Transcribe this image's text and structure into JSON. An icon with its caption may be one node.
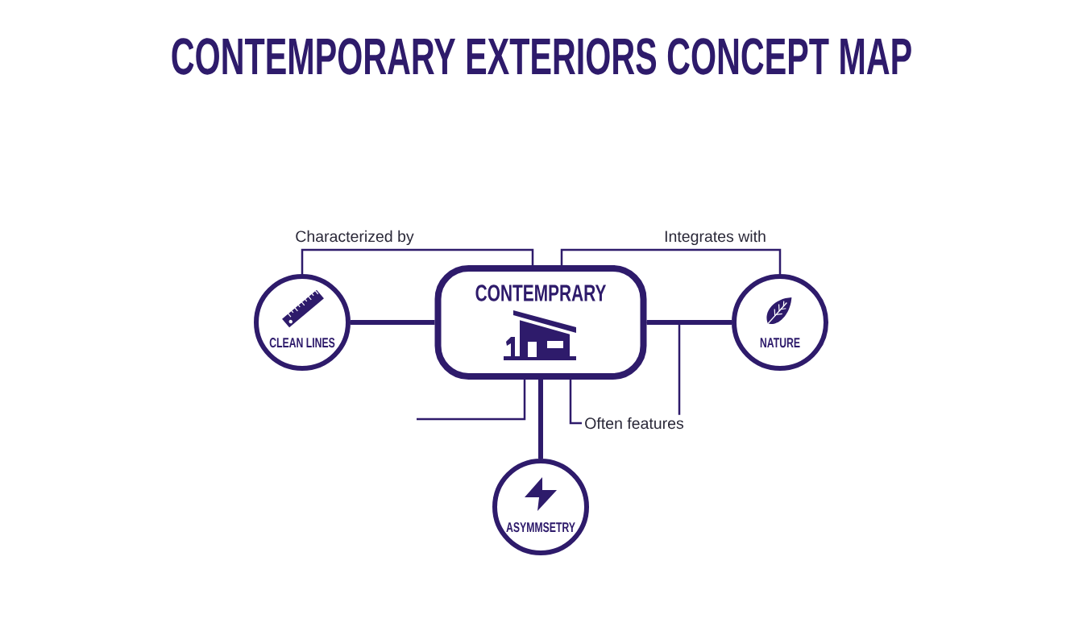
{
  "diagram": {
    "title": "CONTEMPORARY EXTERIORS CONCEPT MAP",
    "nodes": [
      {
        "text": [
          "CLEAN LINES"
        ]
      },
      {
        "text": [
          "CONTEMPRARY"
        ]
      },
      {
        "text": [
          "NATURE"
        ]
      },
      {
        "text": [
          "Often features"
        ]
      },
      {
        "text": [
          "ASYMMSETRY"
        ]
      }
    ],
    "edges": [
      {
        "from": 0,
        "to": 1,
        "arrow": "none",
        "style": "thick"
      },
      {
        "from": 0,
        "to": 1,
        "arrow": "none",
        "label": "Characterized by"
      },
      {
        "from": 1,
        "to": 2,
        "arrow": "none",
        "label": "Integrates with"
      },
      {
        "from": 1,
        "to": 2,
        "arrow": "none",
        "style": "thick"
      },
      {
        "from": 1,
        "to": 3,
        "arrow": "none"
      },
      {
        "from": 1,
        "to": 4,
        "arrow": "none",
        "style": "thick"
      },
      {
        "from": 1,
        "to": null,
        "arrow": "none"
      },
      {
        "from": 1,
        "to": 3,
        "arrow": "none"
      }
    ]
  }
}
